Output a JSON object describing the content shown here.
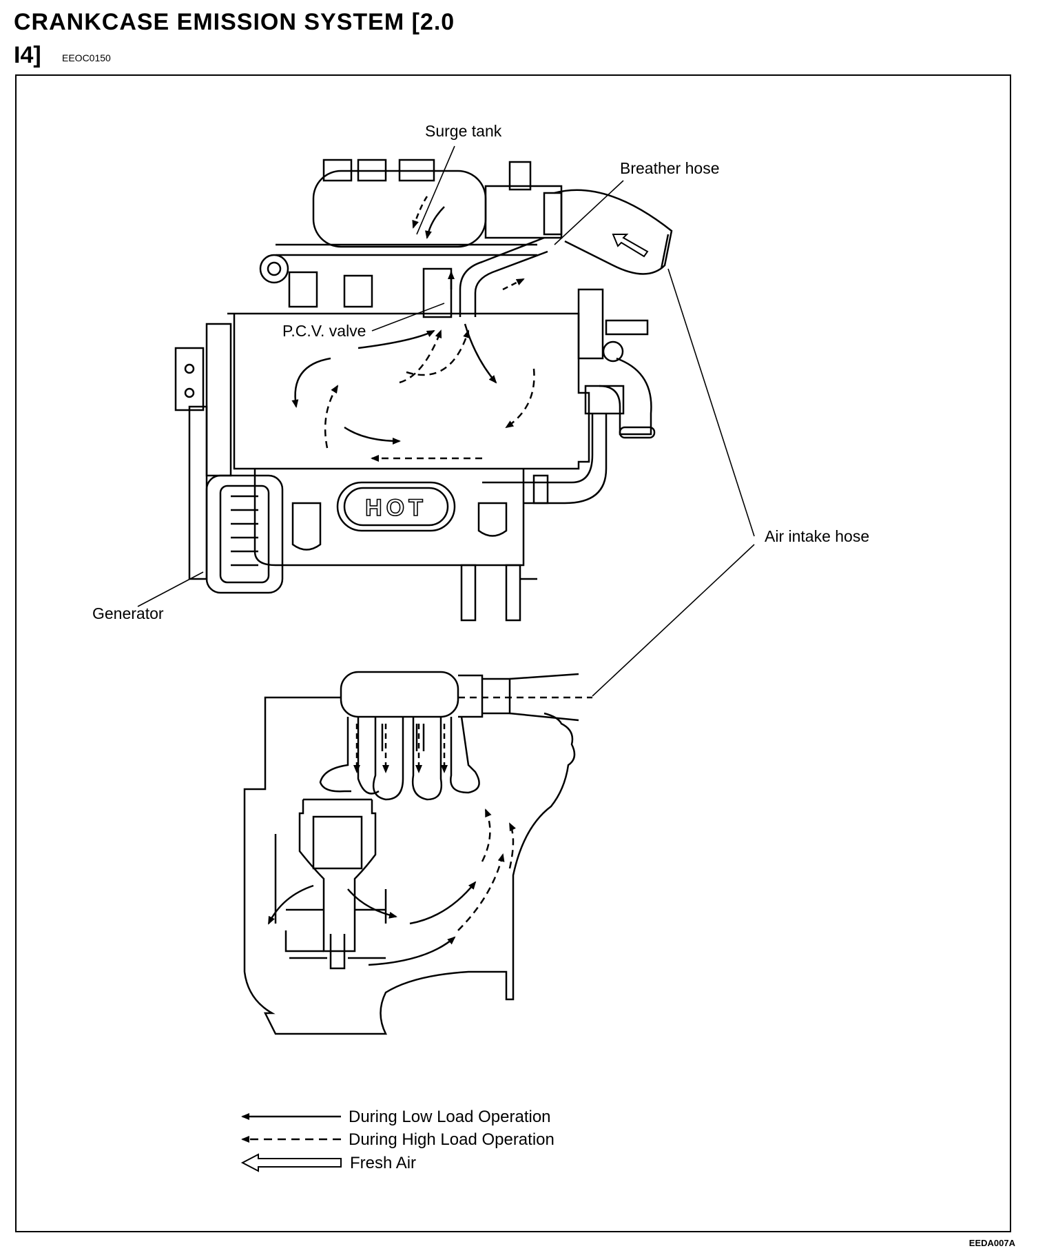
{
  "page": {
    "title_line1": "CRANKCASE EMISSION SYSTEM [2.0",
    "title_line2": "I4]",
    "section_code": "EEOC0150",
    "figure_code": "EEDA007A"
  },
  "labels": {
    "surge_tank": "Surge tank",
    "breather_hose": "Breather hose",
    "pcv_valve": "P.C.V. valve",
    "air_intake_hose": "Air intake hose",
    "generator": "Generator",
    "hot_badge": "HOT"
  },
  "legend": {
    "low_load": "During Low Load Operation",
    "high_load": "During High Load Operation",
    "fresh_air": "Fresh Air"
  }
}
